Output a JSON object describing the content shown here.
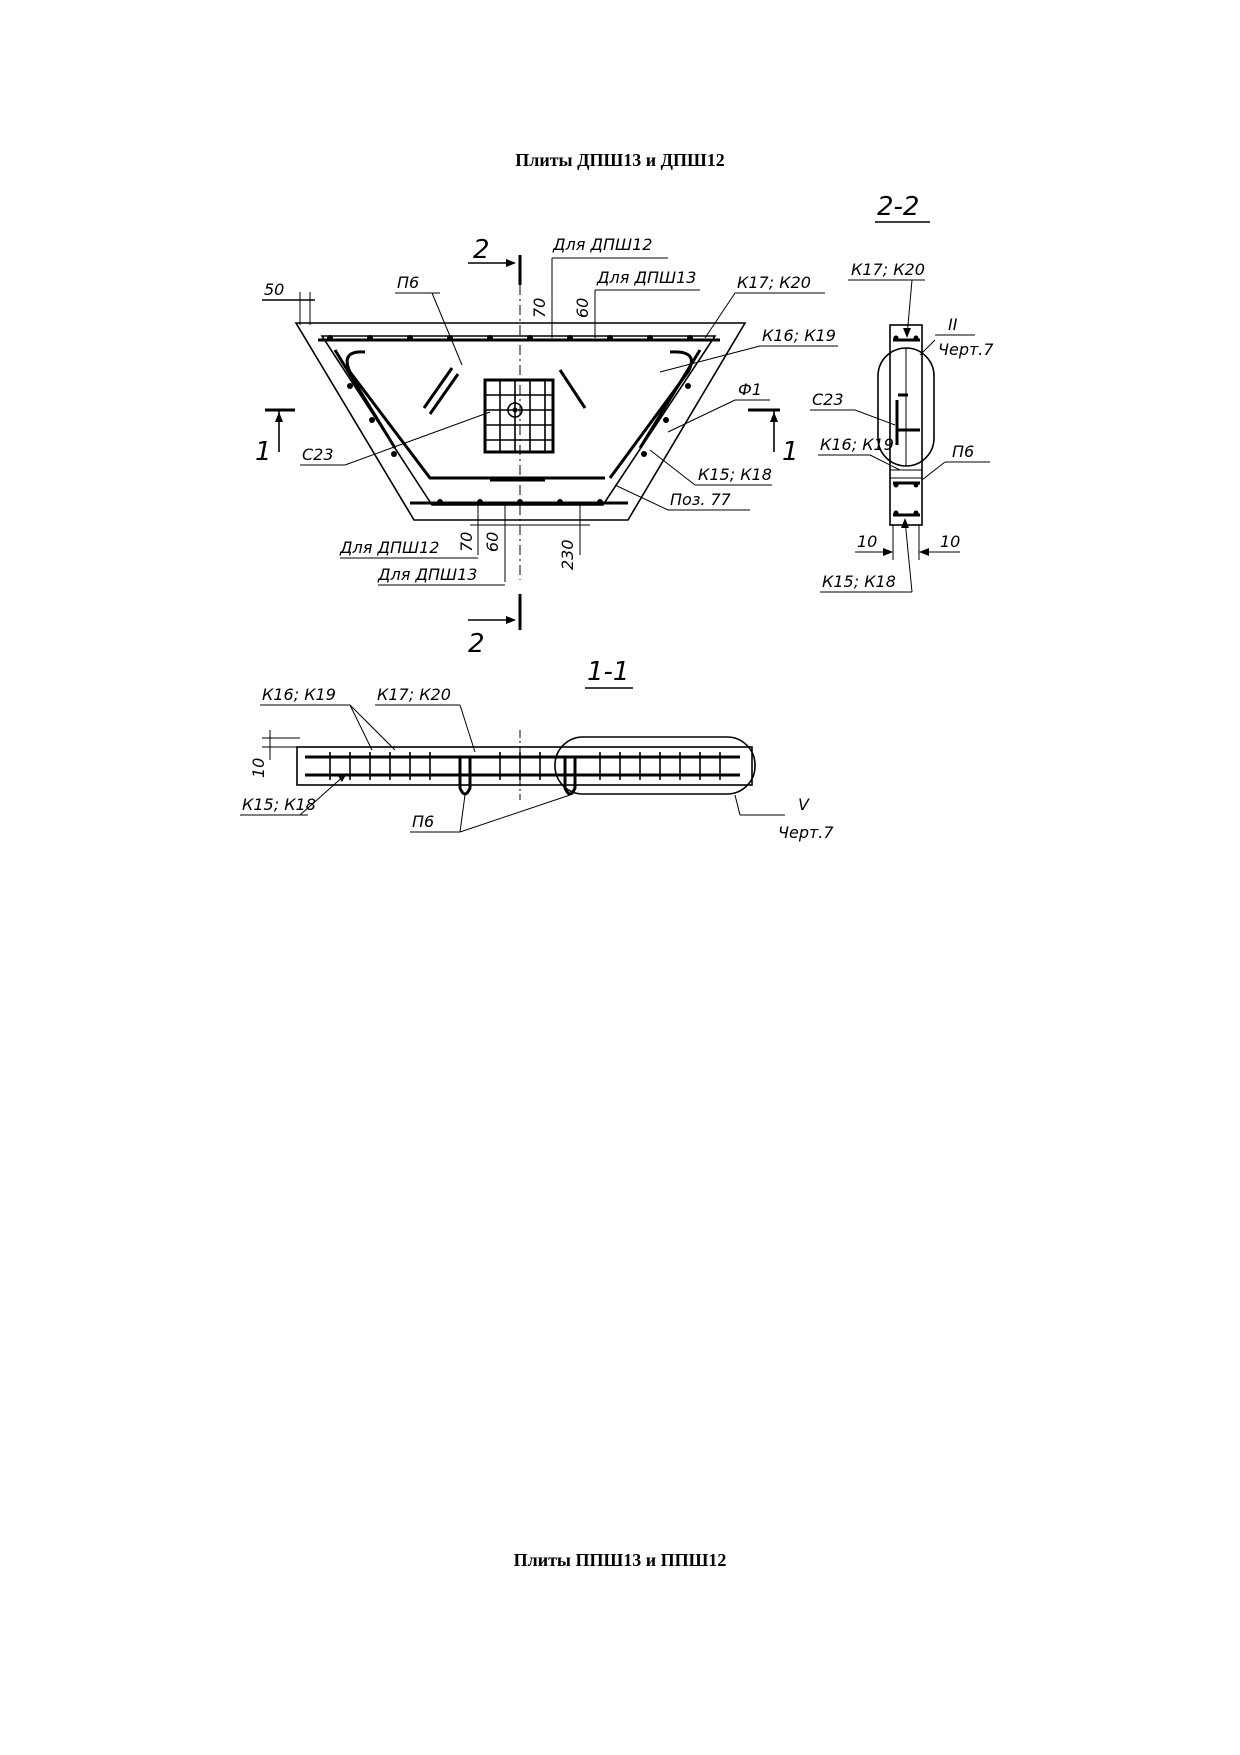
{
  "headings": {
    "top": "Плиты ДПШ13 и ДПШ12",
    "bottom": "Плиты ППШ13 и ППШ12"
  },
  "plan": {
    "section_2_top": "2",
    "section_2_bottom": "2",
    "section_1_left": "1",
    "section_1_right": "1",
    "dim_50": "50",
    "dim_70_top": "70",
    "dim_60_top": "60",
    "dim_70_bottom": "70",
    "dim_60_bottom": "60",
    "dim_230": "230",
    "label_for_dpsh12_top": "Для ДПШ12",
    "label_for_dpsh13_top": "Для ДПШ13",
    "label_for_dpsh12_bottom": "Для ДПШ12",
    "label_for_dpsh13_bottom": "Для ДПШ13",
    "label_p6": "П6",
    "label_k17_k20": "К17; К20",
    "label_k16_k19": "К16; К19",
    "label_f1": "Ф1",
    "label_c23": "С23",
    "label_k15_k18": "К15; К18",
    "label_poz77": "Поз. 77"
  },
  "section22": {
    "title": "2-2",
    "label_k17_k20": "К17; К20",
    "label_ref": "II",
    "label_chert": "Черт.7",
    "label_c23": "С23",
    "label_k16_k19": "К16; К19",
    "label_p6": "П6",
    "dim_10_left": "10",
    "dim_10_right": "10",
    "label_k15_k18": "К15; К18"
  },
  "section11": {
    "title": "1-1",
    "label_k16_k19": "К16; К19",
    "label_k17_k20": "К17; К20",
    "dim_10": "10",
    "label_k15_k18": "К15; К18",
    "label_p6": "П6",
    "label_ref": "V",
    "label_chert": "Черт.7"
  }
}
